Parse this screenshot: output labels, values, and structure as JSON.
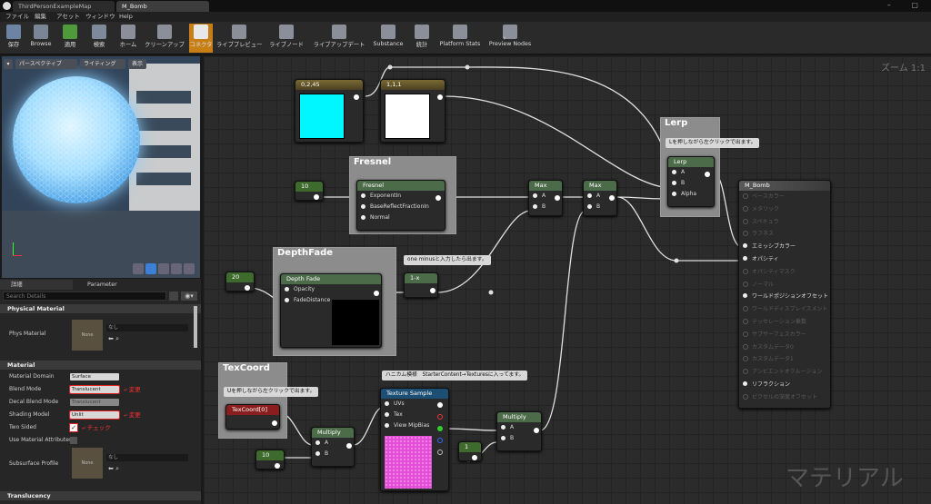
{
  "titlebar": {
    "tab1": "ThirdPersonExampleMap",
    "tab2": "M_Bomb"
  },
  "menu": [
    "ファイル",
    "編集",
    "アセット",
    "ウィンドウ",
    "Help"
  ],
  "toolbar": [
    {
      "label": "保存",
      "icon": "save-icon",
      "color": "#6c83a3"
    },
    {
      "label": "Browse",
      "icon": "browse-icon",
      "color": "#7a8595"
    },
    {
      "label": "適用",
      "icon": "apply-icon",
      "color": "#4f9a3a"
    },
    {
      "label": "検索",
      "icon": "search-icon",
      "color": "#7e8a99"
    },
    {
      "label": "ホーム",
      "icon": "home-icon",
      "color": "#8a8f99"
    },
    {
      "label": "クリーンアップ",
      "icon": "cleanup-icon",
      "color": "#8a8f99"
    },
    {
      "label": "コネクタ",
      "icon": "connector-icon",
      "color": "#e8e8e8"
    },
    {
      "label": "ライブプレビュー",
      "icon": "live-preview-icon",
      "color": "#8a8f99"
    },
    {
      "label": "ライブノード",
      "icon": "live-node-icon",
      "color": "#8a8f99"
    },
    {
      "label": "ライブアップデート",
      "icon": "live-update-icon",
      "color": "#8a8f99"
    },
    {
      "label": "Substance",
      "icon": "substance-icon",
      "color": "#8a8f99"
    },
    {
      "label": "統計",
      "icon": "stats-icon",
      "color": "#8a8f99"
    },
    {
      "label": "Platform Stats",
      "icon": "platform-stats-icon",
      "color": "#8a8f99"
    },
    {
      "label": "Preview Nodes",
      "icon": "preview-nodes-icon",
      "color": "#8a8f99"
    }
  ],
  "viewport": {
    "perspective": "パースペクティブ",
    "lighting": "ライティング",
    "show": "表示"
  },
  "details": {
    "tab_details": "詳細",
    "tab_params": "Parameter Defaults",
    "search_placeholder": "Search Details",
    "physical_material": "Physical Material",
    "phys_material": "Phys Material",
    "none": "None",
    "none_value": "なし",
    "material": "Material",
    "material_domain": "Material Domain",
    "material_domain_value": "Surface",
    "blend_mode": "Blend Mode",
    "blend_mode_value": "Translucent",
    "decal_blend_mode": "Decal Blend Mode",
    "decal_blend_mode_value": "Translucent",
    "shading_model": "Shading Model",
    "shading_model_value": "Unlit",
    "two_sided": "Two Sided",
    "use_material_attributes": "Use Material Attributes",
    "subsurface_profile": "Subsurface Profile",
    "translucency": "Translucency",
    "note_change": "変更",
    "note_check": "チェック"
  },
  "graph": {
    "zoom": "ズーム 1:1",
    "watermark": "マテリアル",
    "const1": "0,2,45",
    "const2": "1,1,1",
    "color1": "#00f7ff",
    "color2": "#ffffff",
    "fresnel_title": "Fresnel",
    "fresnel_pins": [
      "ExponentIn",
      "BaseReflectFractionIn",
      "Normal"
    ],
    "val10a": "10",
    "max1": "Max",
    "max2": "Max",
    "a": "A",
    "b": "B",
    "lerp_title": "Lerp",
    "lerp_tip": "Lを押しながら左クリックで出ます。",
    "lerp_pins": [
      "A",
      "B",
      "Alpha"
    ],
    "depthfade_title": "DepthFade",
    "depthfade_node": "Depth Fade",
    "depthfade_pins": [
      "Opacity",
      "FadeDistance"
    ],
    "val20": "20",
    "oneminus": "1-x",
    "oneminus_tip": "one minusと入力したら出ます。",
    "texcoord_title": "TexCoord",
    "texcoord_tip": "Uを押しながら左クリックで出ます。",
    "texcoord_node": "TexCoord[0]",
    "multiply1": "Multiply",
    "multiply2": "Multiply",
    "val10b": "10",
    "val1": "1",
    "texsample": "Texture Sample",
    "texsample_tip": "ハニカム模様　StarterContent→Texturesに入ってます。",
    "texsample_pins": [
      "UVs",
      "Tex",
      "View MipBias"
    ],
    "result_title": "M_Bomb",
    "result_pins": [
      {
        "label": "ベースカラー",
        "on": false
      },
      {
        "label": "メタリック",
        "on": false
      },
      {
        "label": "スペキュラ",
        "on": false
      },
      {
        "label": "ラフネス",
        "on": false
      },
      {
        "label": "エミッシブカラー",
        "on": true
      },
      {
        "label": "オパシティ",
        "on": true
      },
      {
        "label": "オパシティマスク",
        "on": false
      },
      {
        "label": "ノーマル",
        "on": false
      },
      {
        "label": "ワールドポジションオフセット",
        "on": true
      },
      {
        "label": "ワールドディスプレイスメント",
        "on": false
      },
      {
        "label": "テッセレーション乗数",
        "on": false
      },
      {
        "label": "サブサーフェスカラー",
        "on": false
      },
      {
        "label": "カスタムデータ0",
        "on": false
      },
      {
        "label": "カスタムデータ1",
        "on": false
      },
      {
        "label": "アンビエントオクルージョン",
        "on": false
      },
      {
        "label": "リフラクション",
        "on": true
      },
      {
        "label": "ピクセルの深度オフセット",
        "on": false
      }
    ]
  }
}
